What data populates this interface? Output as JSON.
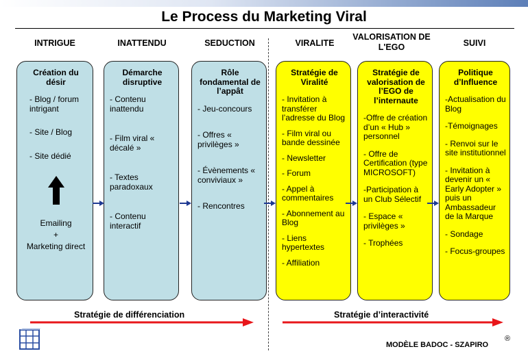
{
  "title": "Le Process du Marketing Viral",
  "headers": [
    "INTRIGUE",
    "INATTENDU",
    "SEDUCTION",
    "VIRALITE",
    "VALORISATION DE L'EGO",
    "SUIVI"
  ],
  "boxes": [
    {
      "title": "Création du désir",
      "items": [
        "- Blog / forum intrigant",
        "- Site / Blog",
        "- Site dédié"
      ],
      "bottom": "Emailing\n+\nMarketing direct"
    },
    {
      "title": "Démarche disruptive",
      "items": [
        "- Contenu inattendu",
        "- Film viral « décalé »",
        "- Textes paradoxaux",
        "- Contenu interactif"
      ]
    },
    {
      "title": "Rôle fondamental de l’appât",
      "items": [
        "- Jeu-concours",
        "- Offres « privilèges »",
        "- Évènements « conviviaux »",
        "- Rencontres"
      ]
    },
    {
      "title": "Stratégie de Viralité",
      "items": [
        "- Invitation à transférer l’adresse du Blog",
        "- Film viral ou bande dessinée",
        "- Newsletter",
        "- Forum",
        "- Appel à commentaires",
        "- Abonnement au Blog",
        "- Liens hypertextes",
        "- Affiliation"
      ]
    },
    {
      "title": "Stratégie de valorisation de l’EGO de l’internaute",
      "items": [
        "-Offre de création d’un « Hub » personnel",
        "- Offre de Certification (type MICROSOFT)",
        "-Participation à un Club Sélectif",
        "- Espace « privilèges »",
        "- Trophées"
      ]
    },
    {
      "title": "Politique d’Influence",
      "items": [
        "-Actualisation du Blog",
        "-Témoignages",
        "- Renvoi sur le site institutionnel",
        "- Invitation à devenir un « Early Adopter » puis un Ambassadeur de la Marque",
        "- Sondage",
        "- Focus-groupes"
      ]
    }
  ],
  "strategies": {
    "left": "Stratégie de différenciation",
    "right": "Stratégie d’interactivité"
  },
  "footer": "MODÈLE BADOC - SZAPIRO",
  "registered_mark": "®",
  "colors": {
    "blue_box": "#bfdfe6",
    "yellow_box": "#ffff00",
    "arrow_red": "#e8161a",
    "connector": "#1f3a93"
  },
  "icons": [
    "up-arrow-icon",
    "logo-cube-icon"
  ]
}
